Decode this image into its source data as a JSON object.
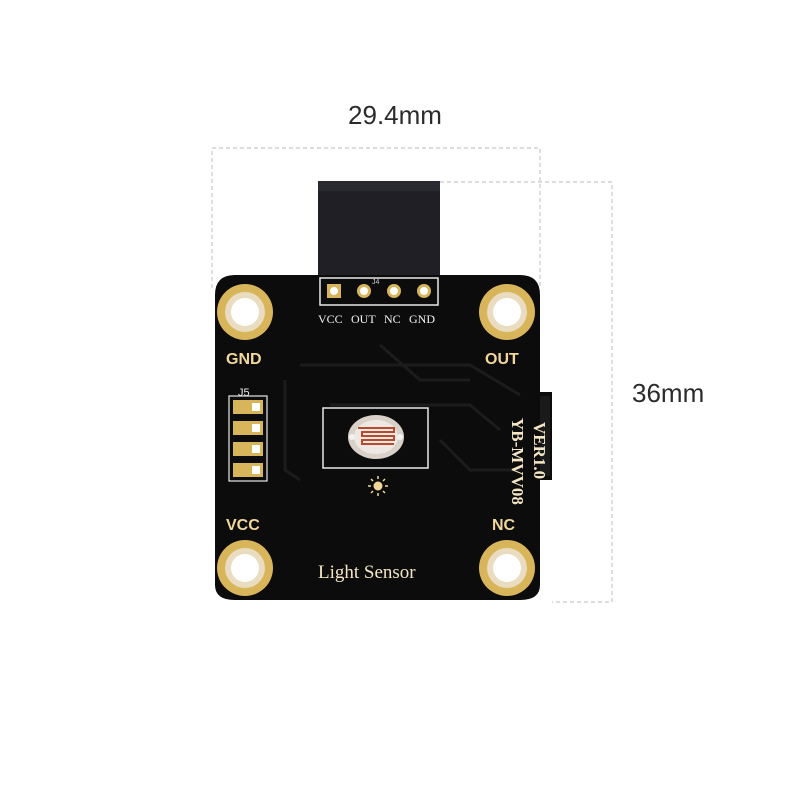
{
  "dimensions": {
    "width_label": "29.4mm",
    "height_label": "36mm"
  },
  "board": {
    "corner_labels": {
      "top_left": "GND",
      "top_right": "OUT",
      "bottom_left": "VCC",
      "bottom_right": "NC"
    },
    "header_pins": [
      "VCC",
      "OUT",
      "NC",
      "GND"
    ],
    "header_ref": "J4",
    "side_ref": "J5",
    "model": "YB-MVV08",
    "version": "VER1.0",
    "name": "Light Sensor"
  },
  "colors": {
    "pcb": "#0c0c0c",
    "gold": "#d8b45a",
    "silkscreen": "#f2d79a",
    "dimension_line": "#c8c8c8",
    "connector": "#1f1f25"
  }
}
